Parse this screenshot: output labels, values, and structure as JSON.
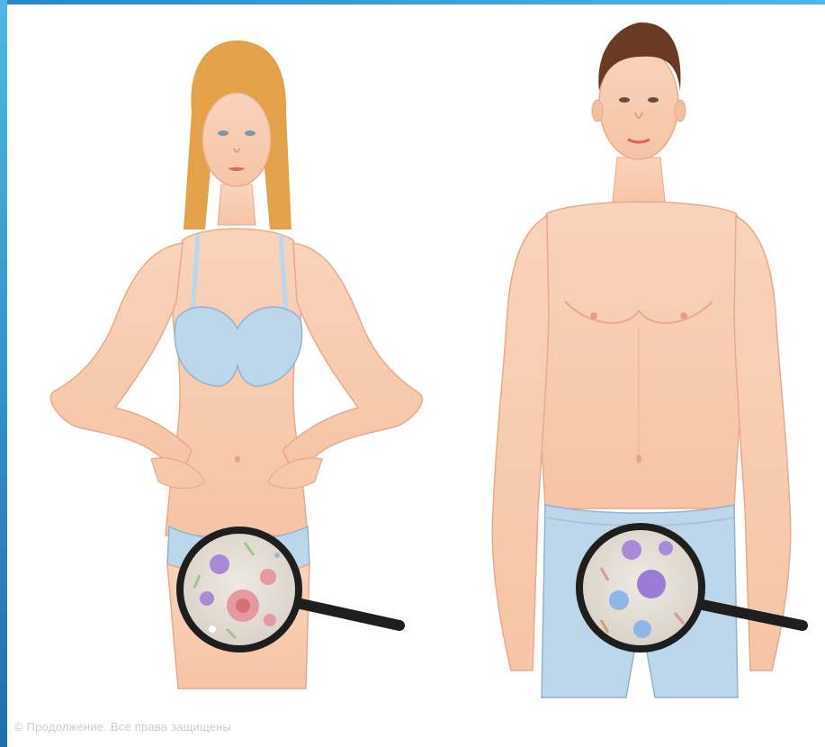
{
  "image": {
    "watermark_text": "© Прoдолжение. Все права защищены",
    "colors": {
      "frame_accent": "#2a86c9",
      "skin": "#f8cbb0",
      "skin_shadow": "#eaa98c",
      "underwear": "#bcd7ea",
      "female_hair": "#e3a24a",
      "male_hair": "#6a3a22",
      "lens_fill": "#e6e0d8",
      "lens_rim": "#1e1e1e"
    },
    "figures": [
      {
        "id": "female",
        "subject": "woman in light-blue underwear with magnifying glass over groin"
      },
      {
        "id": "male",
        "subject": "man in light-blue shorts with magnifying glass over groin"
      }
    ],
    "icons": [
      "magnifier-icon",
      "magnifier-icon"
    ]
  }
}
